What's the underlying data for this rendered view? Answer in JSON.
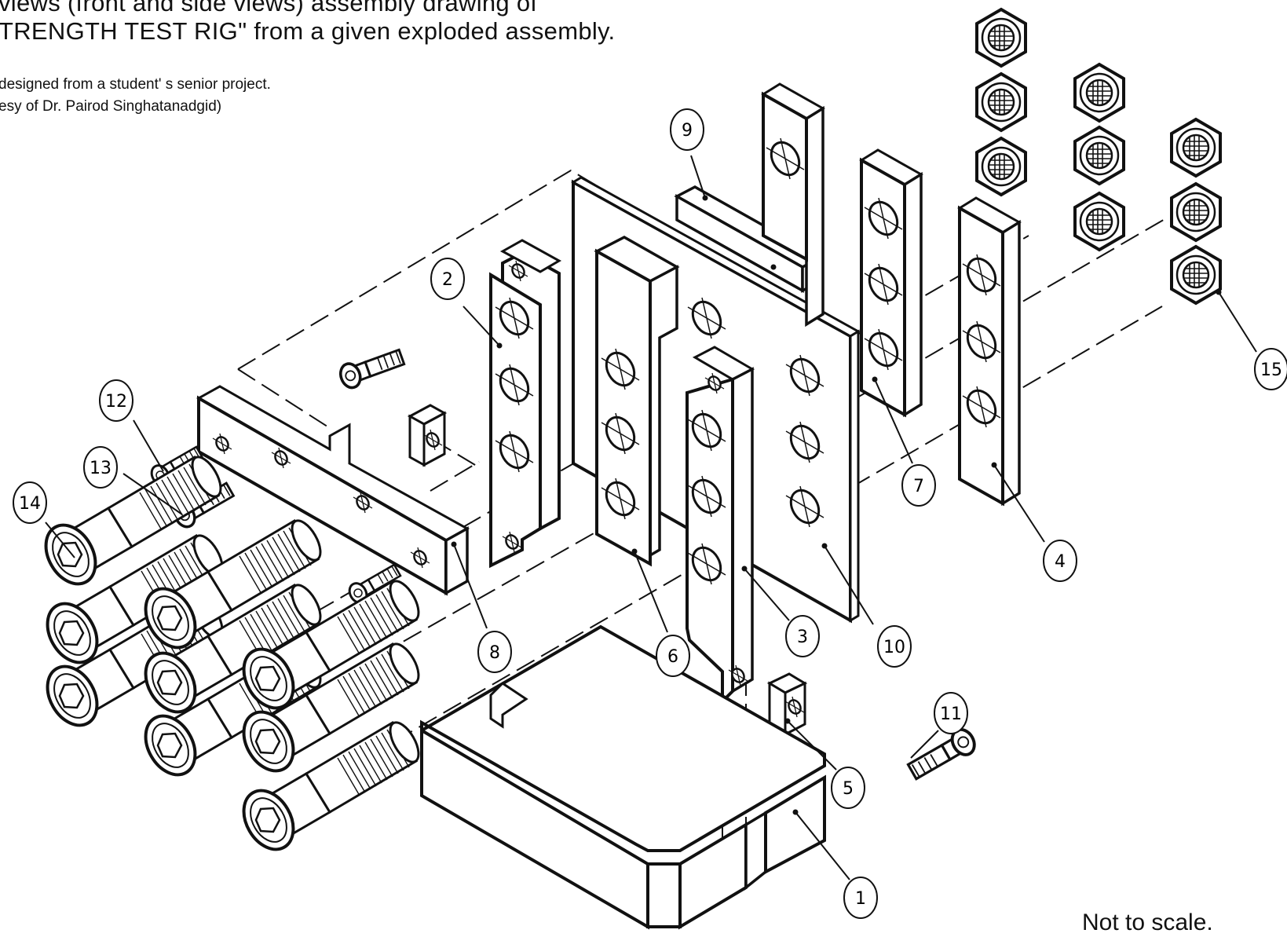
{
  "heading": {
    "line1": "views (front and side views) assembly drawing of",
    "line2": "TRENGTH TEST RIG\" from a given exploded assembly."
  },
  "credit": {
    "line1": "designed from a student' s senior project.",
    "line2": "esy of Dr. Pairod  Singhatanadgid)"
  },
  "scale_note": "Not to scale.",
  "balloons": [
    "1",
    "2",
    "3",
    "4",
    "5",
    "6",
    "7",
    "8",
    "9",
    "10",
    "11",
    "12",
    "13",
    "14",
    "15"
  ],
  "colors": {
    "ink": "#111111",
    "paper": "#ffffff"
  }
}
